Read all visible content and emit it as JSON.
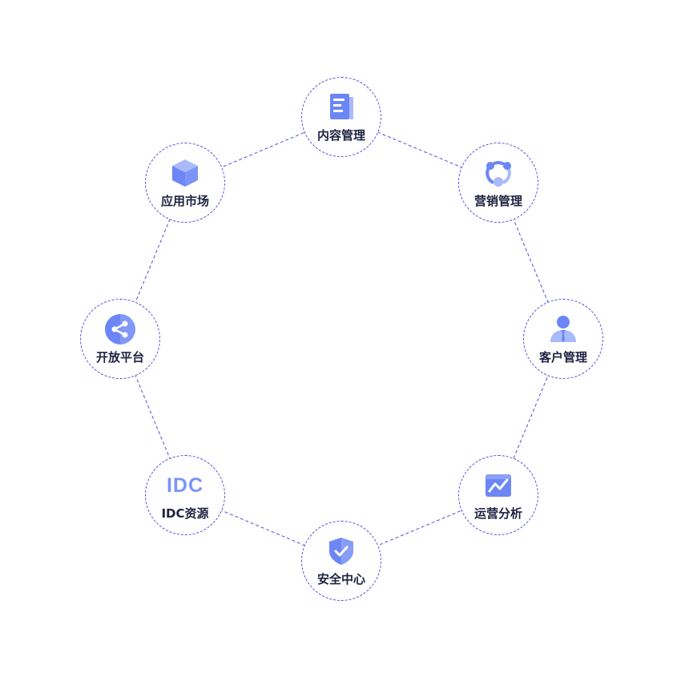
{
  "diagram": {
    "colors": {
      "ring": "#4f4fe0",
      "icon_primary": "#6d86f5",
      "icon_light": "#a9bafb",
      "label": "#1e2240"
    },
    "nodes": [
      {
        "label": "内容管理",
        "icon": "document-icon"
      },
      {
        "label": "营销管理",
        "icon": "share-network-icon"
      },
      {
        "label": "客户管理",
        "icon": "person-icon"
      },
      {
        "label": "运营分析",
        "icon": "line-chart-icon"
      },
      {
        "label": "安全中心",
        "icon": "shield-check-icon"
      },
      {
        "label": "IDC资源",
        "icon": "idc-icon",
        "icon_text": "IDC"
      },
      {
        "label": "开放平台",
        "icon": "share-icon"
      },
      {
        "label": "应用市场",
        "icon": "cube-icon"
      }
    ]
  }
}
